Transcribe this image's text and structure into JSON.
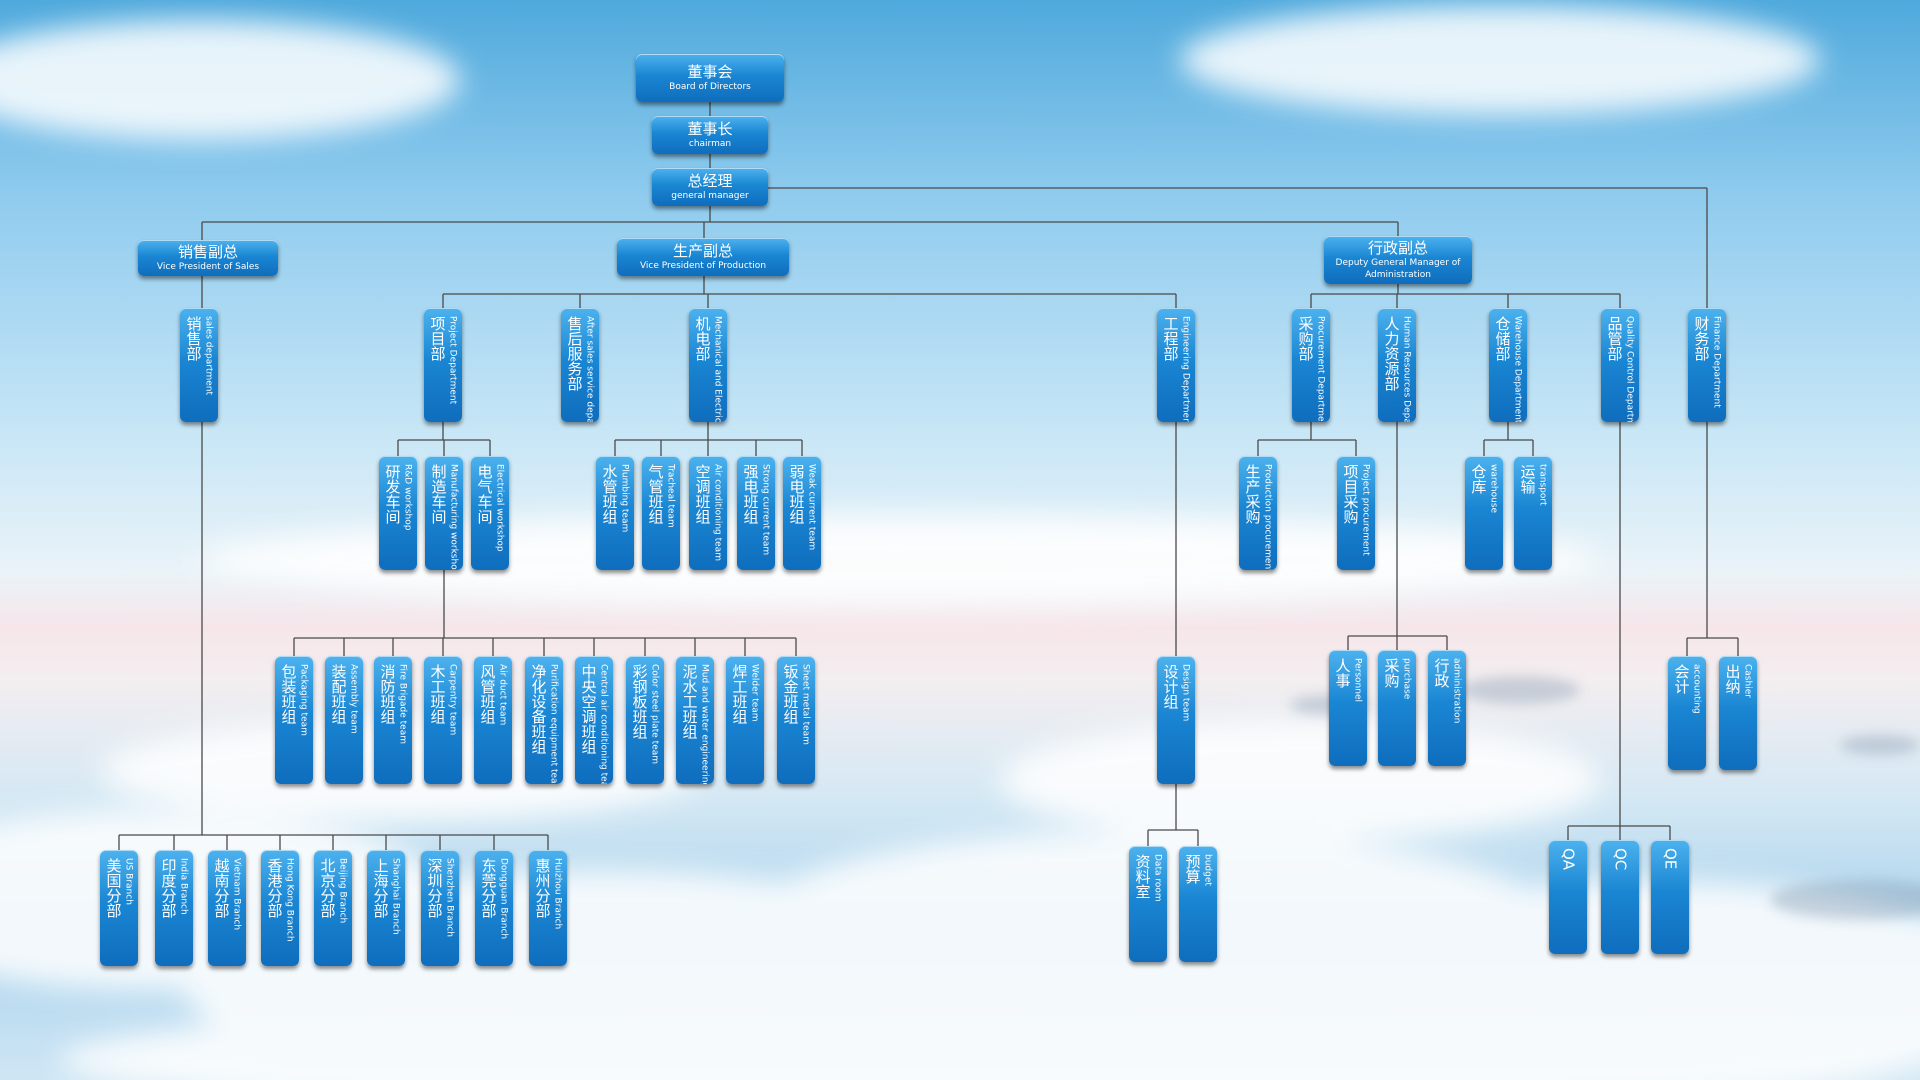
{
  "top": {
    "board": {
      "zh": "董事会",
      "en": "Board of Directors"
    },
    "chairman": {
      "zh": "董事长",
      "en": "chairman"
    },
    "gm": {
      "zh": "总经理",
      "en": "general manager"
    },
    "vp_sales": {
      "zh": "销售副总",
      "en": "Vice President of Sales"
    },
    "vp_prod": {
      "zh": "生产副总",
      "en": "Vice President of Production"
    },
    "dgm_admin": {
      "zh": "行政副总",
      "en": "Deputy General Manager of Administration"
    }
  },
  "departments": {
    "sales": {
      "zh": "销售部",
      "en": "sales department"
    },
    "project": {
      "zh": "项目部",
      "en": "Project Department"
    },
    "aftersales": {
      "zh": "售后服务部",
      "en": "After sales service department"
    },
    "mep": {
      "zh": "机电部",
      "en": "Mechanical and Electrical Department"
    },
    "engineering": {
      "zh": "工程部",
      "en": "Engineering Department"
    },
    "procurement": {
      "zh": "采购部",
      "en": "Procurement Department"
    },
    "hr": {
      "zh": "人力资源部",
      "en": "Human Resources Department"
    },
    "warehouse": {
      "zh": "仓储部",
      "en": "Warehouse Department"
    },
    "quality": {
      "zh": "品管部",
      "en": "Quality Control Department"
    },
    "finance": {
      "zh": "财务部",
      "en": "Finance Department"
    }
  },
  "project_workshops": [
    {
      "zh": "研发车间",
      "en": "R&D workshop"
    },
    {
      "zh": "制造车间",
      "en": "Manufacturing workshop"
    },
    {
      "zh": "电气车间",
      "en": "Electrical workshop"
    }
  ],
  "mep_teams": [
    {
      "zh": "水管班组",
      "en": "Plumbing team"
    },
    {
      "zh": "气管班组",
      "en": "Tracheal team"
    },
    {
      "zh": "空调班组",
      "en": "Air conditioning team"
    },
    {
      "zh": "强电班组",
      "en": "Strong current team"
    },
    {
      "zh": "弱电班组",
      "en": "Weak current team"
    }
  ],
  "manufacturing_teams": [
    {
      "zh": "包装班组",
      "en": "Packaging team"
    },
    {
      "zh": "装配班组",
      "en": "Assembly team"
    },
    {
      "zh": "消防班组",
      "en": "Fire Brigade team"
    },
    {
      "zh": "木工班组",
      "en": "Carpentry team"
    },
    {
      "zh": "风管班组",
      "en": "Air duct team"
    },
    {
      "zh": "净化设备班组",
      "en": "Purification equipment team"
    },
    {
      "zh": "中央空调班组",
      "en": "Central air conditioning team"
    },
    {
      "zh": "彩钢板班组",
      "en": "Color steel plate team"
    },
    {
      "zh": "泥水工班组",
      "en": "Mud and water engineering team"
    },
    {
      "zh": "焊工班组",
      "en": "Welder team"
    },
    {
      "zh": "钣金班组",
      "en": "Sheet metal team"
    }
  ],
  "branches": [
    {
      "zh": "美国分部",
      "en": "US Branch"
    },
    {
      "zh": "印度分部",
      "en": "India Branch"
    },
    {
      "zh": "越南分部",
      "en": "Vietnam Branch"
    },
    {
      "zh": "香港分部",
      "en": "Hong Kong Branch"
    },
    {
      "zh": "北京分部",
      "en": "Beijing Branch"
    },
    {
      "zh": "上海分部",
      "en": "Shanghai Branch"
    },
    {
      "zh": "深圳分部",
      "en": "Shenzhen Branch"
    },
    {
      "zh": "东莞分部",
      "en": "Dongguan Branch"
    },
    {
      "zh": "惠州分部",
      "en": "Huizhou Branch"
    }
  ],
  "design": {
    "zh": "设计组",
    "en": "Design team"
  },
  "design_children": [
    {
      "zh": "资料室",
      "en": "Data room"
    },
    {
      "zh": "预算",
      "en": "budget"
    }
  ],
  "procurement_children": [
    {
      "zh": "生产采购",
      "en": "Production procurement"
    },
    {
      "zh": "项目采购",
      "en": "Project procurement"
    }
  ],
  "hr_children": [
    {
      "zh": "人事",
      "en": "Personnel"
    },
    {
      "zh": "采购",
      "en": "purchase"
    },
    {
      "zh": "行政",
      "en": "administration"
    }
  ],
  "warehouse_children": [
    {
      "zh": "仓库",
      "en": "warehouse"
    },
    {
      "zh": "运输",
      "en": "transport"
    }
  ],
  "quality_children": [
    {
      "zh": "QA",
      "en": ""
    },
    {
      "zh": "QC",
      "en": ""
    },
    {
      "zh": "QE",
      "en": ""
    }
  ],
  "finance_children": [
    {
      "zh": "会计",
      "en": "accounting"
    },
    {
      "zh": "出纳",
      "en": "Cashier"
    }
  ],
  "colors": {
    "box_top": "#4db2ee",
    "box_bottom": "#0f6dbd",
    "line": "#4a4a4a",
    "sky": "#4fa9dc"
  }
}
